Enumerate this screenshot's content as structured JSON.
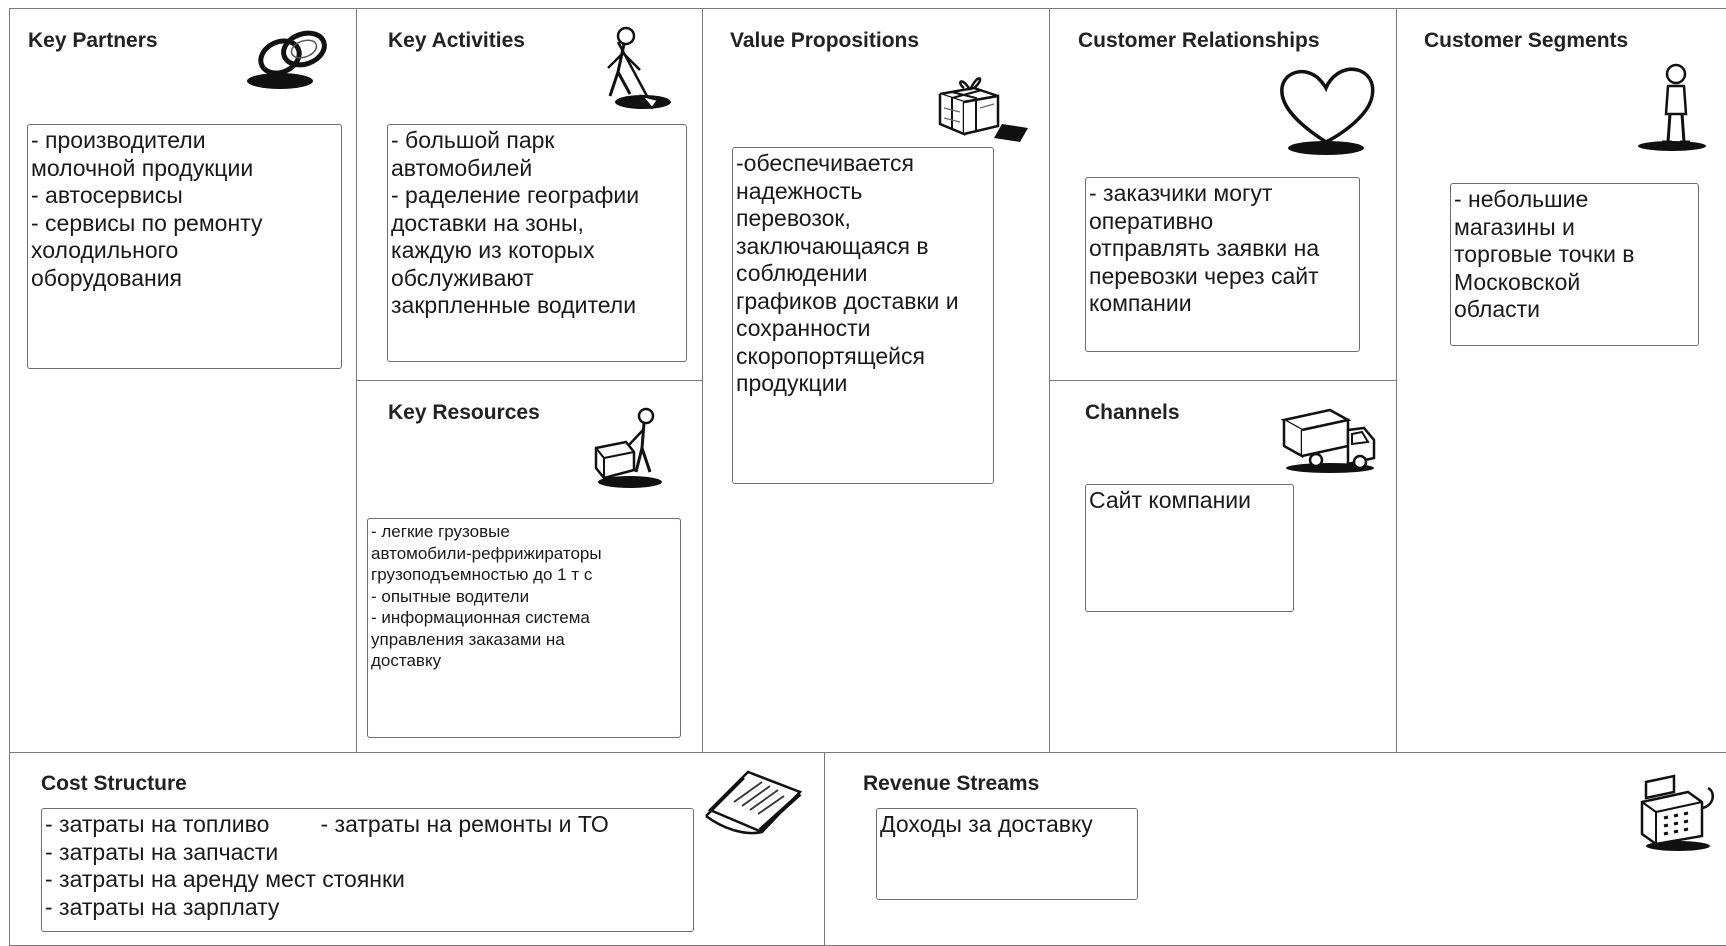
{
  "canvas": {
    "key_partners": {
      "title": "Key Partners",
      "icon": "chain-links-icon",
      "notes": [
        "- производители",
        "молочной продукции",
        "- автосервисы",
        "- сервисы по ремонту",
        "холодильного",
        "оборудования"
      ]
    },
    "key_activities": {
      "title": "Key Activities",
      "icon": "person-digging-icon",
      "notes": [
        "- большой парк",
        "автомобилей",
        "- раделение географии",
        "доставки на зоны,",
        "каждую из которых",
        "обслуживают",
        "закрпленные водители"
      ]
    },
    "key_resources": {
      "title": "Key Resources",
      "icon": "person-pushing-box-icon",
      "notes": [
        "- легкие грузовые",
        "автомобили-рефрижираторы",
        "грузоподъемностью до 1 т с",
        "- опытные водители",
        "- информационная система",
        "управления заказами на",
        "доставку"
      ]
    },
    "value_propositions": {
      "title": "Value Propositions",
      "icon": "gift-box-icon",
      "notes": [
        "-обеспечивается",
        "надежность",
        "перевозок,",
        "заключающаяся в",
        "соблюдении",
        "графиков доставки и",
        "сохранности",
        "скоропортящейся",
        "продукции"
      ]
    },
    "customer_relationships": {
      "title": "Customer Relationships",
      "icon": "heart-icon",
      "notes": [
        "- заказчики могут",
        "оперативно",
        "отправлять заявки на",
        "перевозки через сайт",
        "компании"
      ]
    },
    "channels": {
      "title": "Channels",
      "icon": "delivery-truck-icon",
      "notes": [
        "Сайт компании"
      ]
    },
    "customer_segments": {
      "title": "Customer Segments",
      "icon": "standing-person-icon",
      "notes": [
        "- небольшие",
        "магазины и",
        "торговые точки в",
        "Московской",
        "области"
      ]
    },
    "cost_structure": {
      "title": "Cost Structure",
      "icon": "receipt-icon",
      "notes": [
        "- затраты на топливо        - затраты на ремонты и ТО",
        "- затраты на запчасти",
        "- затраты на аренду мест стоянки",
        "- затраты на зарплату"
      ]
    },
    "revenue_streams": {
      "title": "Revenue Streams",
      "icon": "cash-register-icon",
      "notes": [
        "Доходы за доставку"
      ]
    }
  }
}
